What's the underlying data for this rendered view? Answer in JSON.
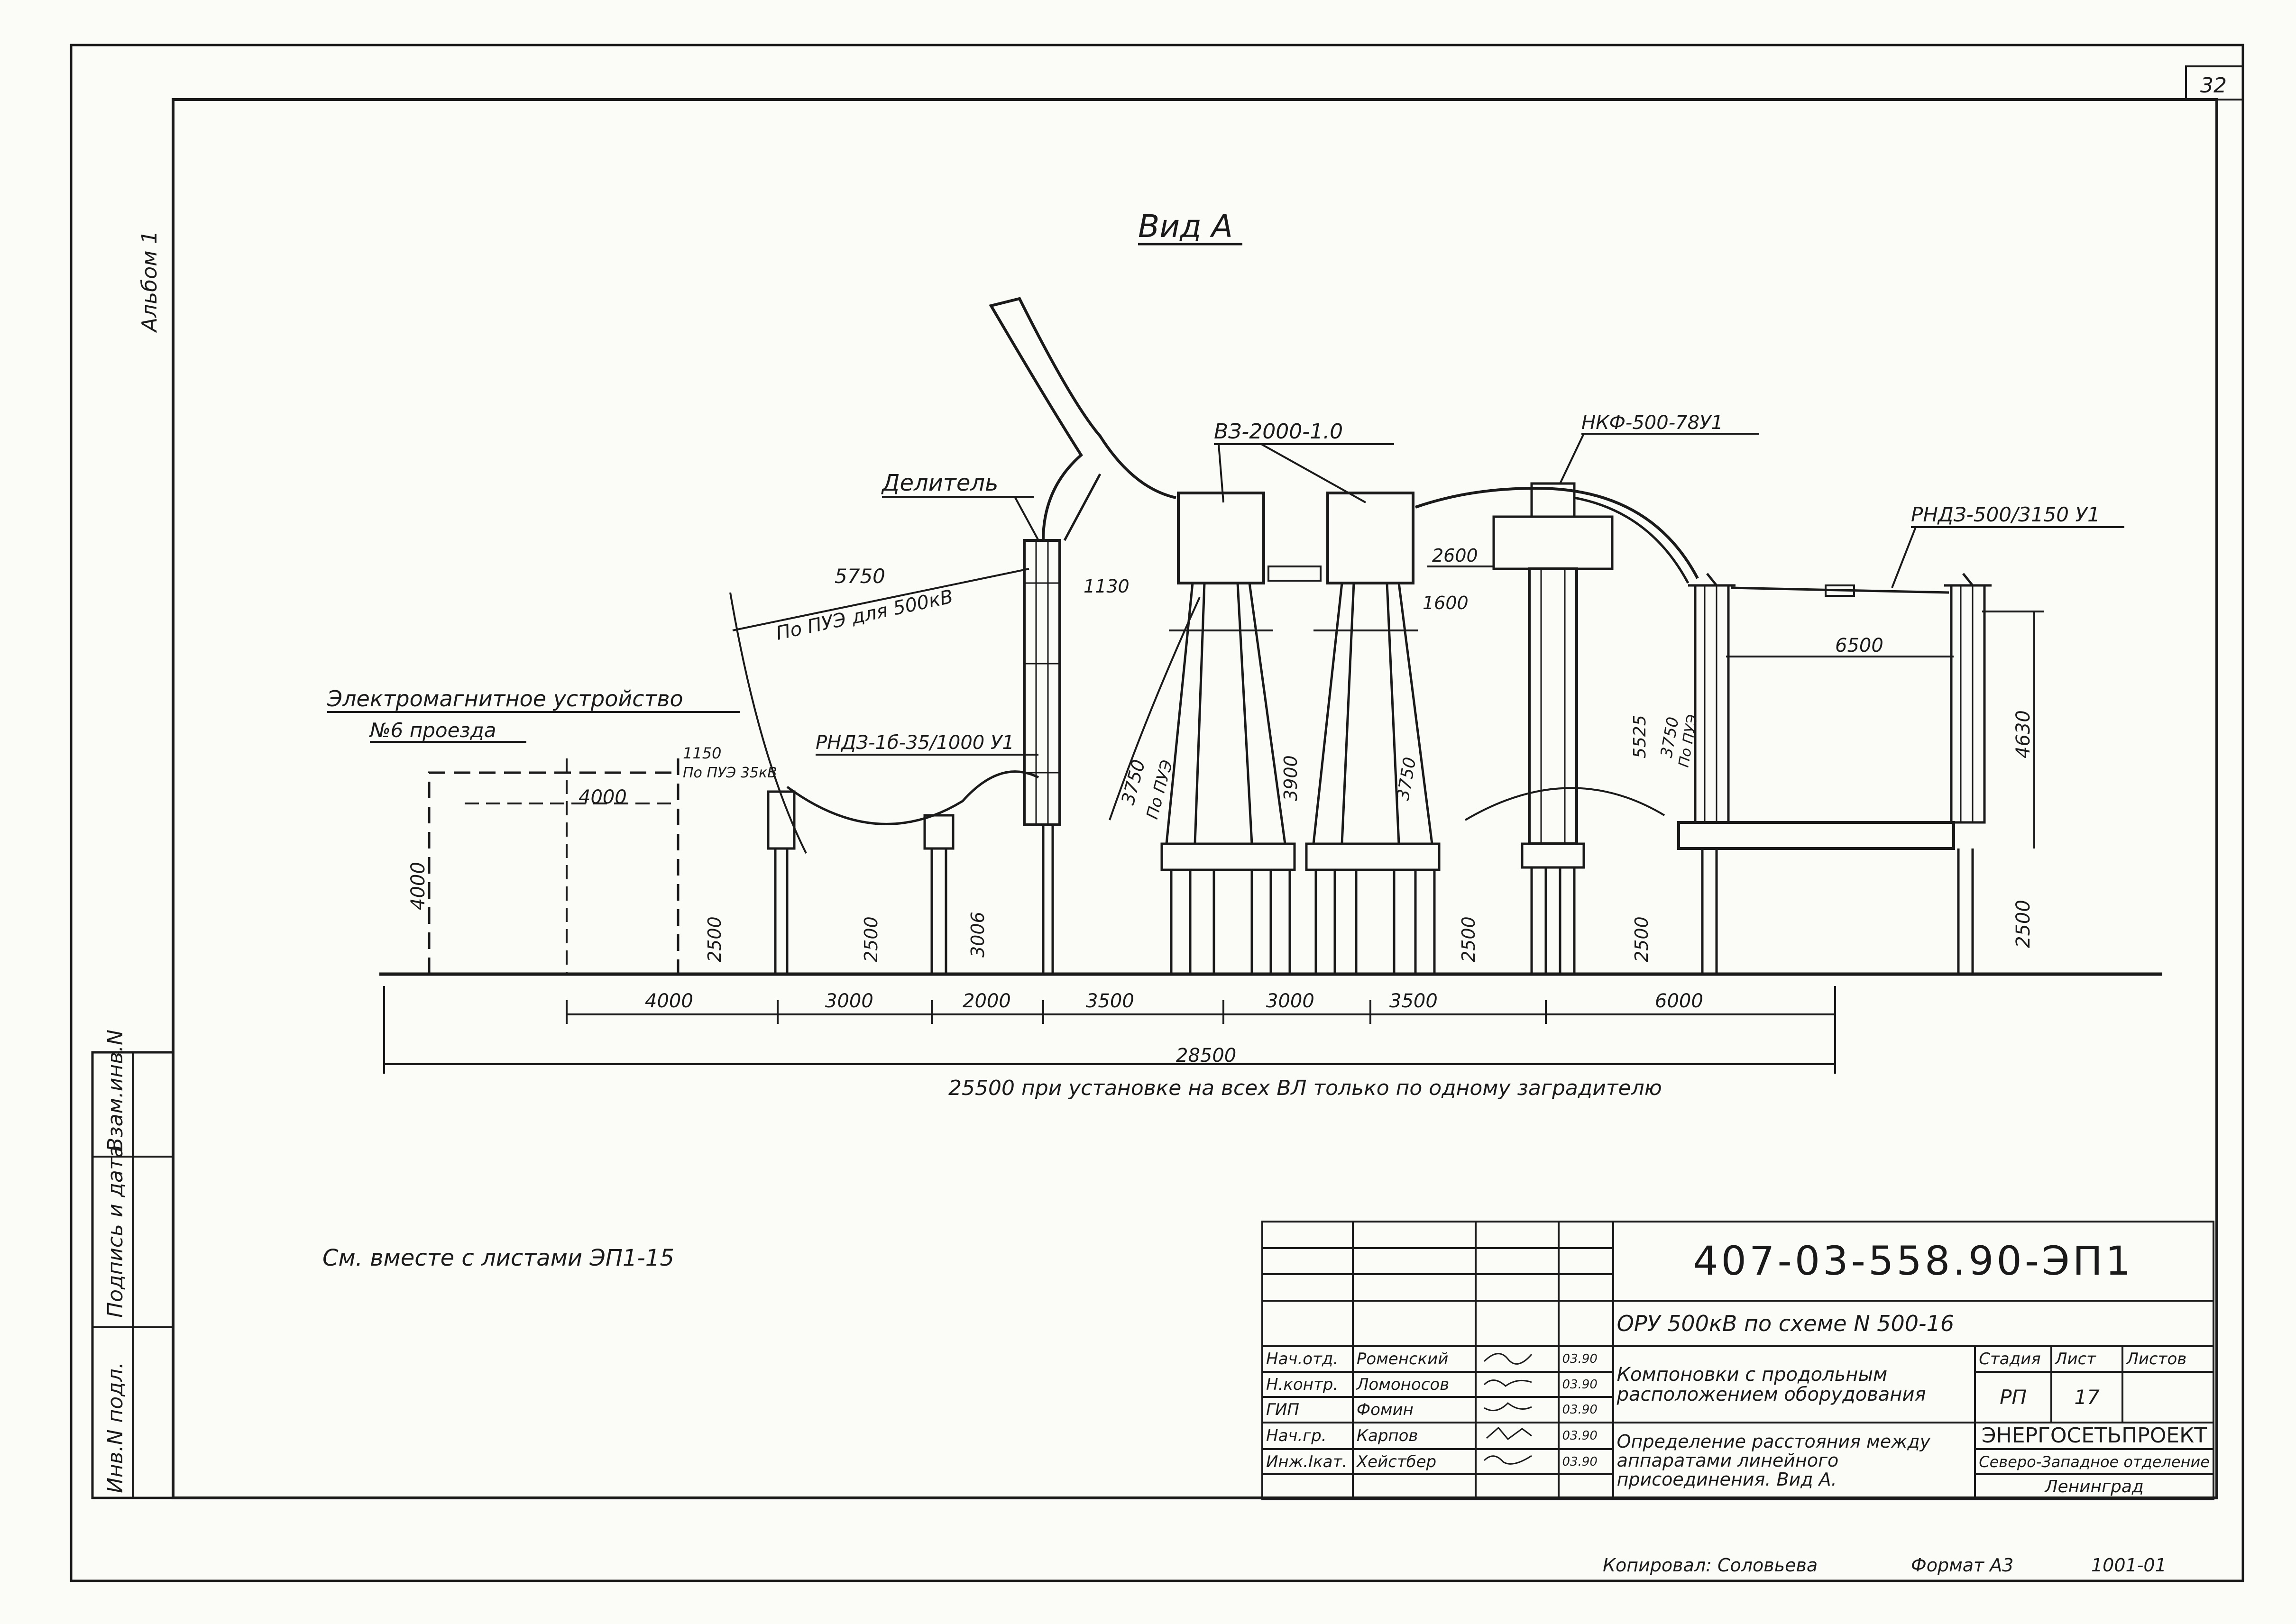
{
  "sheet": {
    "page_number": "32",
    "album": "Альбом 1",
    "side_labels": [
      "Инв.N подл.",
      "Подпись и дата",
      "Взам.инв.N"
    ]
  },
  "drawing": {
    "view_title": "Вид А",
    "labels": {
      "delitel": "Делитель",
      "switch": "ВЗ-2000-1.0",
      "transformer": "НКФ-500-78У1",
      "disconnector_500": "РНДЗ-500/3150 У1",
      "disconnector_35": "РНДЗ-1б-35/1000 У1",
      "em_device": "Электромагнитное устройство",
      "passage": "№6 проезда",
      "clearance_pue": "По ПУЭ для 500кВ",
      "pue_short": "По ПУЭ",
      "pue_35": "По ПУЭ 35кВ",
      "see_sheets": "См. вместе с листами ЭП1-15",
      "footnote": "25500 при установке на всех ВЛ только по одному заградителю"
    },
    "dimensions": {
      "d5750": "5750",
      "d1130": "1130",
      "d2600": "2600",
      "d1600": "1600",
      "d6500": "6500",
      "d4000_top": "4000",
      "d1150": "1150",
      "d3750a": "3750",
      "d3900": "3900",
      "d3750b": "3750",
      "d5525": "5525",
      "d3750c": "3750",
      "d4630": "4630",
      "d4000_v": "4000",
      "d2500_a": "2500",
      "d2500_b": "2500",
      "d3006": "3006",
      "d2500_c": "2500",
      "d2500_d": "2500",
      "d2500_e": "2500",
      "total": "28500"
    },
    "spacing": [
      "4000",
      "3000",
      "2000",
      "3500",
      "3000",
      "3500",
      "6000"
    ]
  },
  "title_block": {
    "code": "407-03-558.90-ЭП1",
    "object": "ОРУ 500кВ  по схеме N 500-16",
    "title1": "Компоновки с продольным расположением оборудования",
    "title2": "Определение расстояния между аппаратами линейного присоединения. Вид А.",
    "stage_h": "Стадия",
    "sheet_h": "Лист",
    "sheets_h": "Листов",
    "stage": "РП",
    "sheet": "17",
    "sheets": "",
    "org1": "ЭНЕРГОСЕТЬПРОЕКТ",
    "org2": "Северо-Западное отделение",
    "org3": "Ленинград",
    "people": [
      {
        "role": "Нач.отд.",
        "name": "Роменский",
        "date": "03.90"
      },
      {
        "role": "Н.контр.",
        "name": "Ломоносов",
        "date": "03.90"
      },
      {
        "role": "ГИП",
        "name": "Фомин",
        "date": "03.90"
      },
      {
        "role": "Нач.гр.",
        "name": "Карпов",
        "date": "03.90"
      },
      {
        "role": "Инж.Iкат.",
        "name": "Хейстбер",
        "date": "03.90"
      }
    ]
  },
  "footer": {
    "copied": "Копировал: Соловьева",
    "format": "Формат А3",
    "code": "1001-01"
  }
}
